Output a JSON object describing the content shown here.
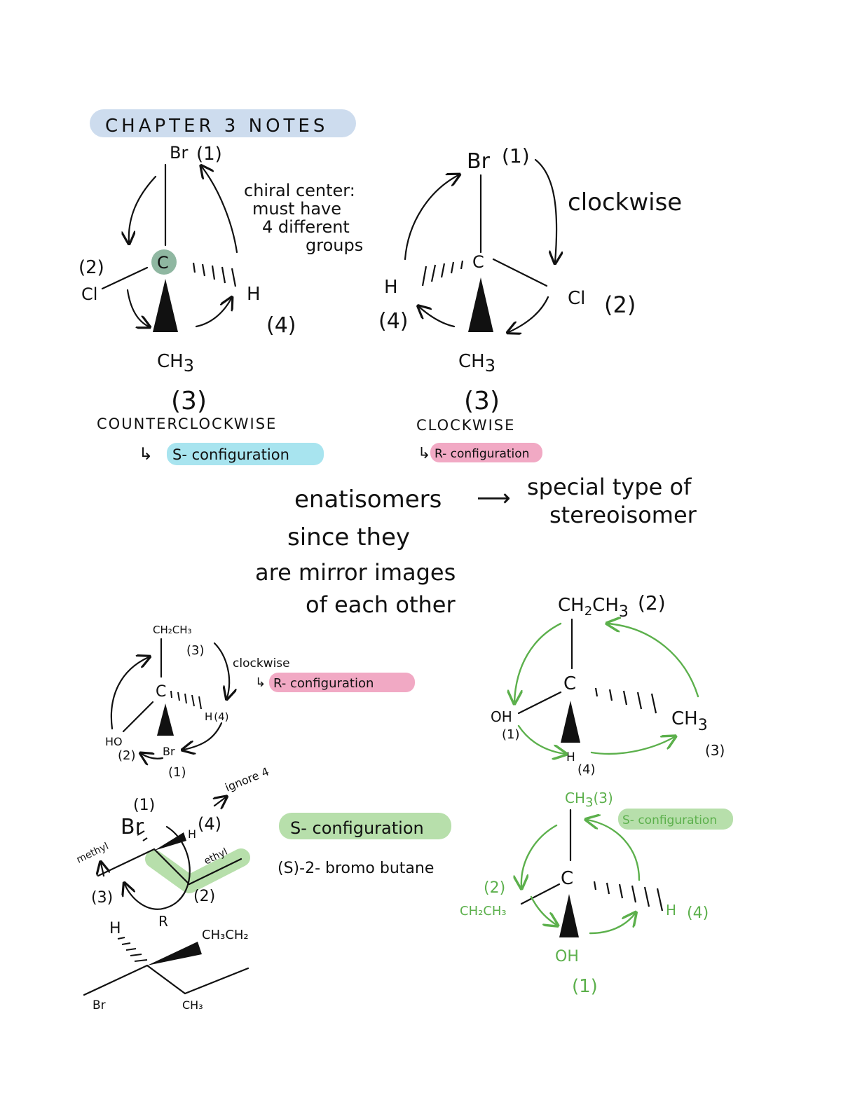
{
  "title": "CHAPTER 3 NOTES",
  "colors": {
    "title_highlight": "#cddcee",
    "teal_highlight": "#a8e4ef",
    "pink_highlight": "#f1a9c4",
    "green_highlight": "#b7dfab",
    "carbon_dot": "#8fb7a1",
    "green_ink": "#5cb04c",
    "ink": "#111111"
  },
  "diagram1": {
    "top": "Br",
    "top_rank": "(1)",
    "center": "C",
    "left_rank": "(2)",
    "left": "Cl",
    "right": "H",
    "right_rank": "(4)",
    "bottom": "CH",
    "bottom_sub": "3",
    "bottom_rank": "(3)",
    "direction": "COUNTERCLOCKWISE",
    "arrow": "↳",
    "config": "S- configuration"
  },
  "chiral_note": [
    "chiral center:",
    "must have",
    "4 different",
    "groups"
  ],
  "diagram2": {
    "top": "Br",
    "top_rank": "(1)",
    "center": "C",
    "note": "clockwise",
    "left": "H",
    "left_rank": "(4)",
    "right": "Cl",
    "right_rank": "(2)",
    "bottom": "CH",
    "bottom_sub": "3",
    "bottom_rank": "(3)",
    "direction": "CLOCKWISE",
    "arrow": "↳",
    "config": "R- configuration"
  },
  "enantiomer_note": {
    "lines": [
      "enatisomers",
      "since they",
      "are  mirror images",
      "of  each  other"
    ],
    "arrow": "⟶",
    "right_lines": [
      "special  type  of",
      "stereoisomer"
    ]
  },
  "diagram3": {
    "top": "CH₂CH₃",
    "top_rank": "(3)",
    "center": "C",
    "right": "H",
    "right_rank": "(4)",
    "left": "HO",
    "left_rank": "(2)",
    "bottom": "Br",
    "bottom_rank": "(1)",
    "note": "clockwise",
    "arrow": "↳",
    "config": "R- configuration"
  },
  "diagram4": {
    "top_group": "CH",
    "top_sub": "2",
    "top_group2": "CH",
    "top_sub2": "3",
    "top_rank": "(2)",
    "center": "C",
    "left": "OH",
    "left_rank": "(1)",
    "right": "CH",
    "right_sub": "3",
    "right_rank": "(3)",
    "bottom": "H",
    "bottom_rank": "(4)"
  },
  "diagram5": {
    "br_rank": "(1)",
    "br": "Br",
    "h": "H",
    "h_rank": "(4)",
    "ignore_note": "ignore 4",
    "methyl": "methyl",
    "ethyl": "ethyl",
    "rank_left": "(3)",
    "rank_right": "(2)",
    "r_label": "R"
  },
  "s_config_big": "S- configuration",
  "compound_name": "(S)-2- bromo butane",
  "diagram6": {
    "h": "H",
    "group": "CH₃CH₂",
    "br": "Br",
    "ch3": "CH₃"
  },
  "diagram7": {
    "top": "CH",
    "top_sub": "3",
    "top_rank": "(3)",
    "config": "S- configuration",
    "center": "C",
    "left_rank": "(2)",
    "left": "CH₂CH₃",
    "right": "H",
    "right_rank": "(4)",
    "bottom": "OH",
    "bottom_rank": "(1)"
  }
}
